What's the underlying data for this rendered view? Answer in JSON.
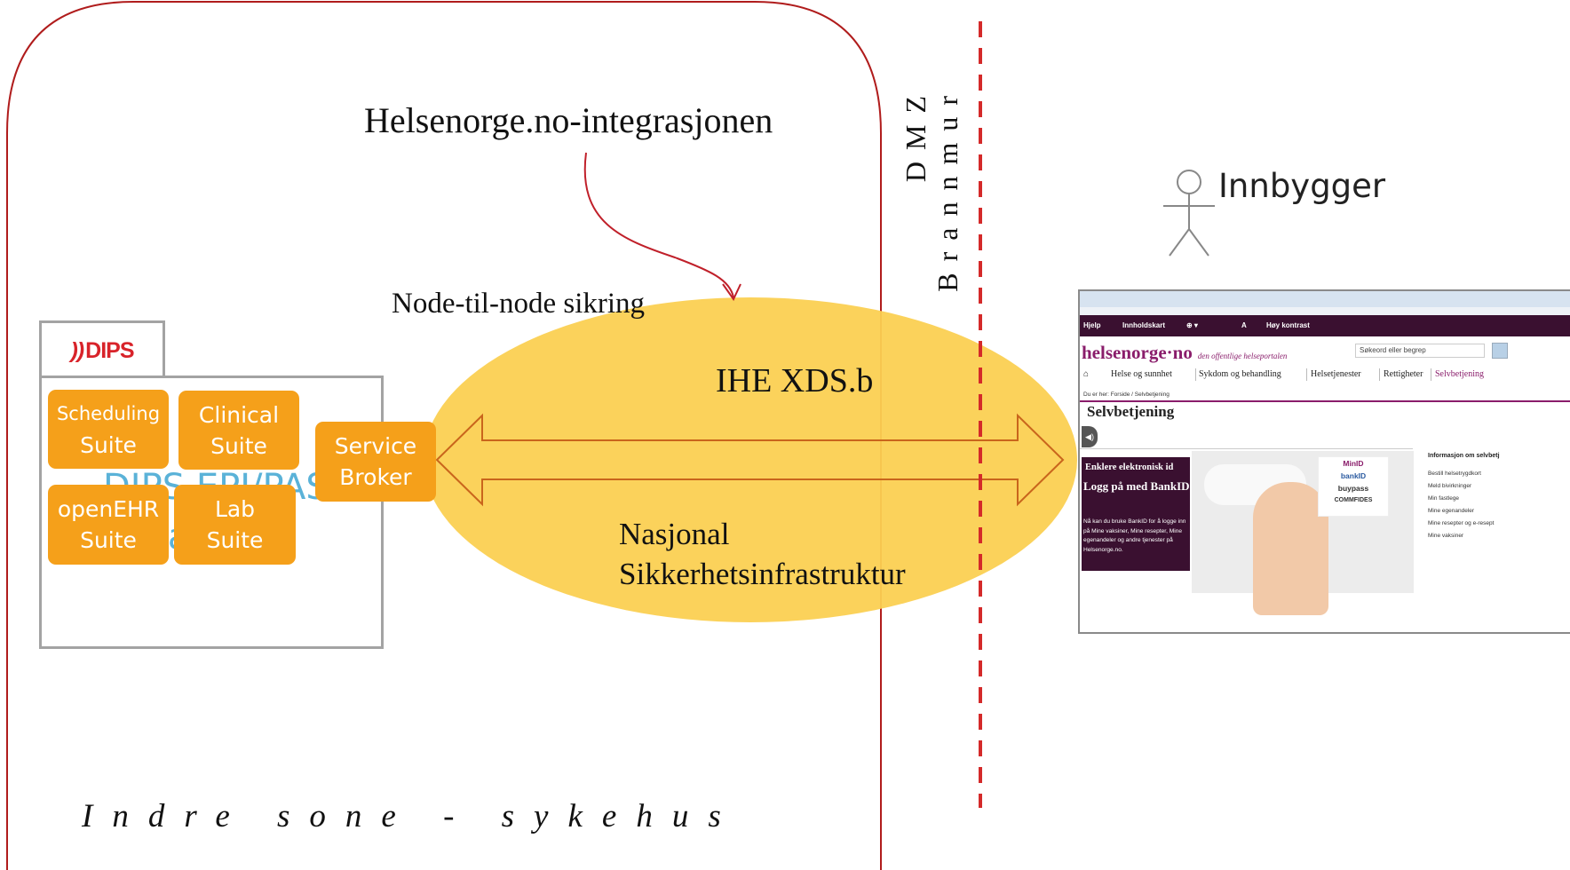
{
  "diagram": {
    "title": "Helsenorge.no-integrasjonen",
    "node_security": "Node-til-node sikring",
    "protocol": "IHE XDS.b",
    "national_infra_line1": "Nasjonal",
    "national_infra_line2": "Sikkerhetsinfrastruktur",
    "inner_zone": "Indre sone - sykehus",
    "dmz": "DMZ",
    "firewall": "Brannmur",
    "actor": "Innbygger"
  },
  "dips": {
    "logo": "DIPS",
    "behind_text_1": "DIPS EPJ/PAS",
    "behind_text_2": "P                a)",
    "suites": [
      {
        "line1": "Scheduling",
        "line2": "Suite"
      },
      {
        "line1": "Clinical",
        "line2": "Suite"
      },
      {
        "line1": "openEHR",
        "line2": "Suite"
      },
      {
        "line1": "Lab",
        "line2": "Suite"
      }
    ],
    "service_broker": {
      "line1": "Service",
      "line2": "Broker"
    }
  },
  "browser": {
    "nav": [
      "Hjelp",
      "Innholdskart",
      "Høy kontrast"
    ],
    "logo": "helsenorge·no",
    "tagline": "den offentlige helseportalen",
    "search_placeholder": "Søkeord eller begrep",
    "menu": [
      "Helse og sunnhet",
      "Sykdom og behandling",
      "Helsetjenester",
      "Rettigheter",
      "Selvbetjening"
    ],
    "breadcrumb": "Du er her: Forside / Selvbetjening",
    "heading": "Selvbetjening",
    "panel_heading": "Enklere elektronisk id",
    "panel_title": "Logg på med BankID",
    "panel_text": "Nå kan du bruke BankID for å logge inn på Mine vaksiner, Mine resepter, Mine egenandeler og andre tjenester på Helsenorge.no.",
    "id_providers": [
      "MinID",
      "bankID",
      "buypass",
      "COMMFIDES"
    ],
    "side_heading": "Informasjon om selvbetj",
    "side_links": [
      "Bestill helsetrygdkort",
      "Meld bivirkninger",
      "Min fastlege",
      "Mine egenandeler",
      "Mine resepter og e-resept",
      "Mine vaksiner"
    ]
  },
  "colors": {
    "zone_border": "#b01c1c",
    "firewall_line": "#d42a2a",
    "ellipse_fill": "#fbd052",
    "arrow_stroke": "#c9651c",
    "suite_fill": "#f5a01a",
    "brand_purple": "#8a1d6b"
  }
}
